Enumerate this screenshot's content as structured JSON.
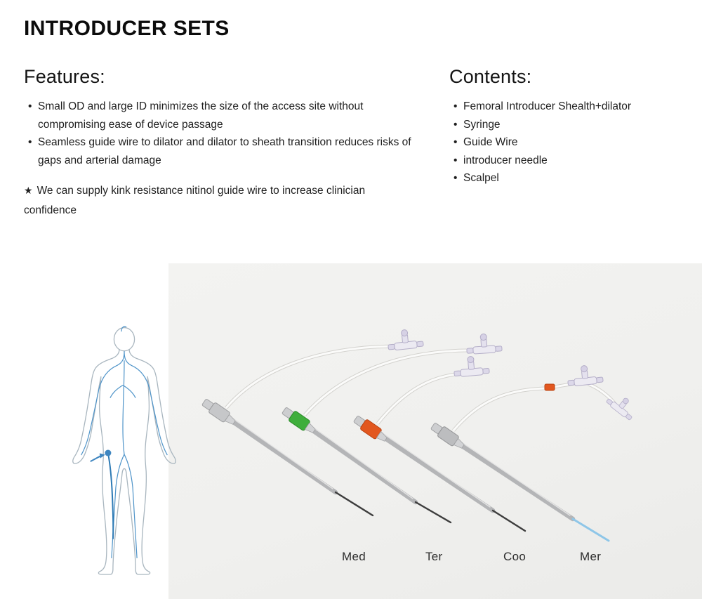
{
  "page": {
    "title": "INTRODUCER SETS"
  },
  "features": {
    "heading": "Features:",
    "bullets": [
      "Small OD and large ID minimizes the size of the access site without compromising ease of device passage",
      "Seamless guide wire to dilator and dilator to sheath transition reduces risks of gaps and arterial damage"
    ],
    "note_marker": "★",
    "note": "We can supply kink resistance nitinol guide wire to increase clinician confidence"
  },
  "contents": {
    "heading": "Contents:",
    "items": [
      "Femoral Introducer Shealth+dilator",
      "Syringe",
      "Guide Wire",
      "introducer needle",
      "Scalpel"
    ]
  },
  "products": {
    "labels": [
      "Med",
      "Ter",
      "Coo",
      "Mer"
    ]
  },
  "colors": {
    "hub_green": "#3fae3c",
    "hub_orange": "#e2571f",
    "dilator_blue": "#8ec6e8",
    "vein_blue": "#4f94c9",
    "access_dot_blue": "#3f86c0",
    "photo_background": "#f1f1ef"
  }
}
